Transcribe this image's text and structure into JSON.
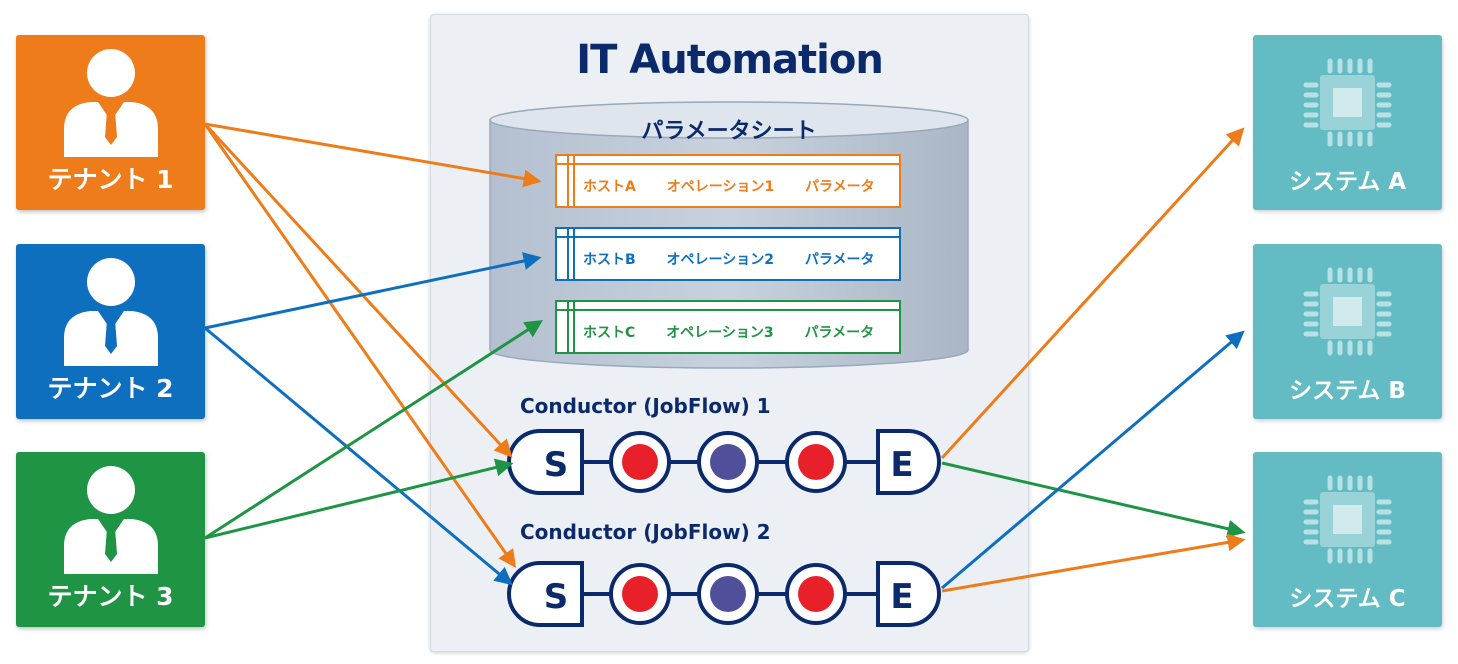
{
  "title": "IT Automation",
  "parameter_sheet": {
    "title": "パラメータシート",
    "rows": [
      {
        "host": "ホストA",
        "operation": "オペレーション1",
        "param": "パラメータ",
        "color": "#ee7c1a"
      },
      {
        "host": "ホストB",
        "operation": "オペレーション2",
        "param": "パラメータ",
        "color": "#0f6fbf"
      },
      {
        "host": "ホストC",
        "operation": "オペレーション3",
        "param": "パラメータ",
        "color": "#1e9444"
      }
    ]
  },
  "tenants": [
    {
      "label": "テナント 1",
      "color": "#ee7c1a"
    },
    {
      "label": "テナント 2",
      "color": "#0f6fbf"
    },
    {
      "label": "テナント 3",
      "color": "#1e9444"
    }
  ],
  "systems": [
    {
      "label": "システム A"
    },
    {
      "label": "システム B"
    },
    {
      "label": "システム C"
    }
  ],
  "conductors": [
    {
      "title": "Conductor (JobFlow) 1",
      "start": "S",
      "end": "E"
    },
    {
      "title": "Conductor (JobFlow) 2",
      "start": "S",
      "end": "E"
    }
  ],
  "colors": {
    "orange": "#ee7c1a",
    "blue": "#0f6fbf",
    "green": "#1e9444",
    "system": "#63bcc4",
    "navy": "#0b2a6b",
    "node_red": "#e8202a",
    "node_indigo": "#50509a"
  }
}
